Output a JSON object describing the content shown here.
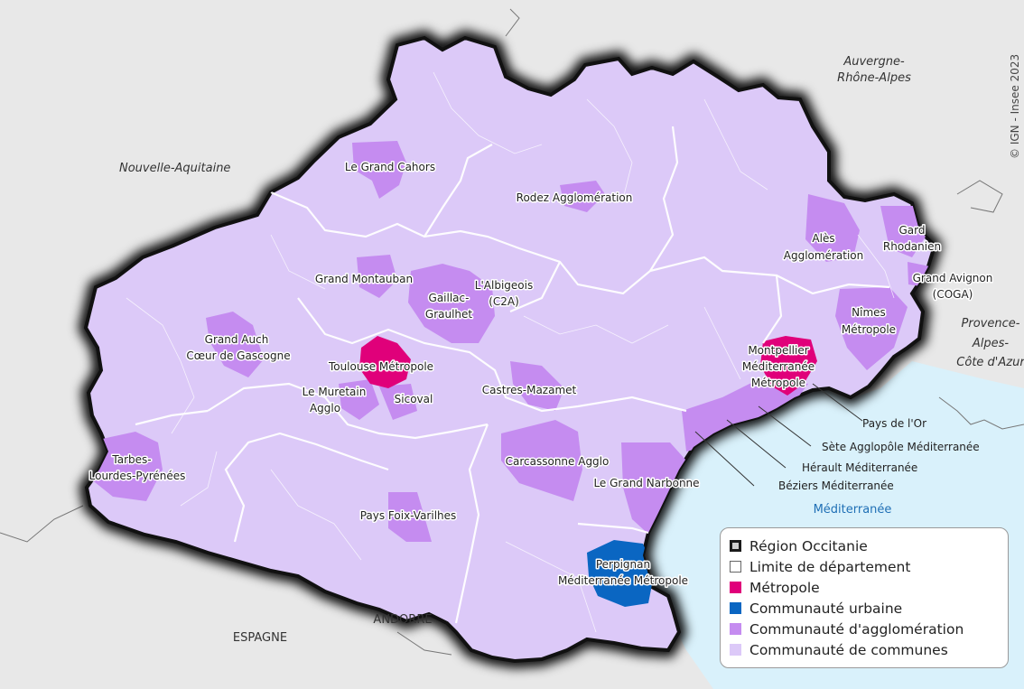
{
  "credit": "© IGN - Insee 2023",
  "places": {
    "nouvelle_aquitaine": "Nouvelle-Aquitaine",
    "auvergne_1": "Auvergne-",
    "auvergne_2": "Rhône-Alpes",
    "provence_1": "Provence-",
    "provence_2": "Alpes-",
    "provence_3": "Côte d'Azur",
    "espagne": "ESPAGNE",
    "andorre": "ANDORRE",
    "mediterranee": "Méditerranée"
  },
  "epci": {
    "grand_cahors": "Le Grand Cahors",
    "rodez": "Rodez Agglomération",
    "ales_1": "Alès",
    "ales_2": "Agglomération",
    "gard_1": "Gard",
    "gard_2": "Rhodanien",
    "grand_avignon_1": "Grand Avignon",
    "grand_avignon_2": "(COGA)",
    "grand_montauban": "Grand Montauban",
    "albigeois_1": "L'Albigeois",
    "albigeois_2": "(C2A)",
    "gaillac_1": "Gaillac-",
    "gaillac_2": "Graulhet",
    "nimes_1": "Nîmes",
    "nimes_2": "Métropole",
    "grand_auch_1": "Grand Auch",
    "grand_auch_2": "Cœur de Gascogne",
    "toulouse": "Toulouse Métropole",
    "montpellier_1": "Montpellier",
    "montpellier_2": "Méditerranée",
    "montpellier_3": "Métropole",
    "muretain_1": "Le Muretain",
    "muretain_2": "Agglo",
    "sicoval": "Sicoval",
    "castres": "Castres-Mazamet",
    "pays_or": "Pays de l'Or",
    "sete": "Sète Agglopôle Méditerranée",
    "herault": "Hérault Méditerranée",
    "beziers": "Béziers Méditerranée",
    "tarbes_1": "Tarbes-",
    "tarbes_2": "Lourdes-Pyrénées",
    "carcassonne": "Carcassonne Agglo",
    "grand_narbonne": "Le Grand Narbonne",
    "foix": "Pays Foix-Varilhes",
    "perpignan_1": "Perpignan",
    "perpignan_2": "Méditerranée Métropole"
  },
  "legend": [
    {
      "label": "Région Occitanie",
      "swatch": "region"
    },
    {
      "label": "Limite de département",
      "swatch": "departement"
    },
    {
      "label": "Métropole",
      "swatch": "metropole"
    },
    {
      "label": "Communauté urbaine",
      "swatch": "cu"
    },
    {
      "label": "Communauté d'agglomération",
      "swatch": "ca"
    },
    {
      "label": "Communauté de communes",
      "swatch": "cc"
    }
  ],
  "colors": {
    "metropole": "#e0007a",
    "communaute_urbaine": "#0a66c2",
    "communaute_agglomeration": "#c58cf0",
    "communaute_communes": "#dcc9f8",
    "sea": "#d9f1fb",
    "neighbour_land": "#e8e8e8",
    "region_border": "#1a1a1a"
  }
}
